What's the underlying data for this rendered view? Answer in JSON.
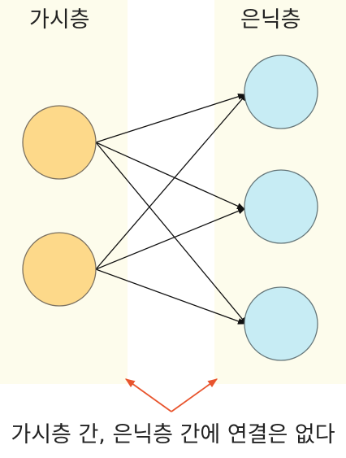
{
  "layers": {
    "visible": {
      "label": "가시층",
      "units": 2,
      "color": "#fdd98a"
    },
    "hidden": {
      "label": "은닉층",
      "units": 3,
      "color": "#c7ecf4"
    }
  },
  "connections": "fully-connected visible-to-hidden",
  "caption": "가시층 간, 은닉층 간에 연결은 없다",
  "accent_color": "#e8542d",
  "panel_color": "#fdfcec"
}
